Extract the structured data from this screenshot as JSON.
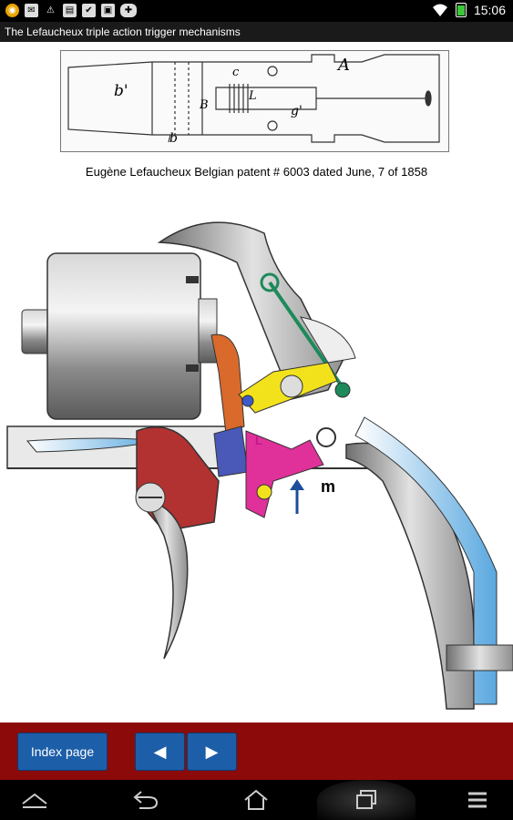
{
  "status_bar": {
    "time": "15:06",
    "left_icons": [
      "app-notification-icon",
      "mail-icon",
      "warning-icon",
      "clipboard-icon",
      "download-done-icon",
      "bag-icon",
      "gamepad-icon"
    ],
    "right_icons": [
      "wifi-icon",
      "battery-icon"
    ]
  },
  "app": {
    "title": "The Lefaucheux triple action trigger mechanisms"
  },
  "patent_drawing": {
    "labels": [
      "A",
      "c",
      "L",
      "b'",
      "B",
      "b",
      "g'"
    ]
  },
  "caption": "Eugène Lefaucheux Belgian patent # 6003 dated June, 7 of 1858",
  "mechanism": {
    "labels": [
      "L",
      "m"
    ]
  },
  "bottom_bar": {
    "index_label": "Index page",
    "prev_label": "◀",
    "next_label": "▶"
  },
  "nav_bar": {
    "buttons": [
      "keyboard-hide-icon",
      "back-icon",
      "home-icon",
      "recent-apps-icon",
      "menu-icon"
    ]
  },
  "colors": {
    "bottom_bar": "#8c0a0a",
    "button_blue": "#1d5ea8",
    "title_bar": "#1a1a1a"
  }
}
